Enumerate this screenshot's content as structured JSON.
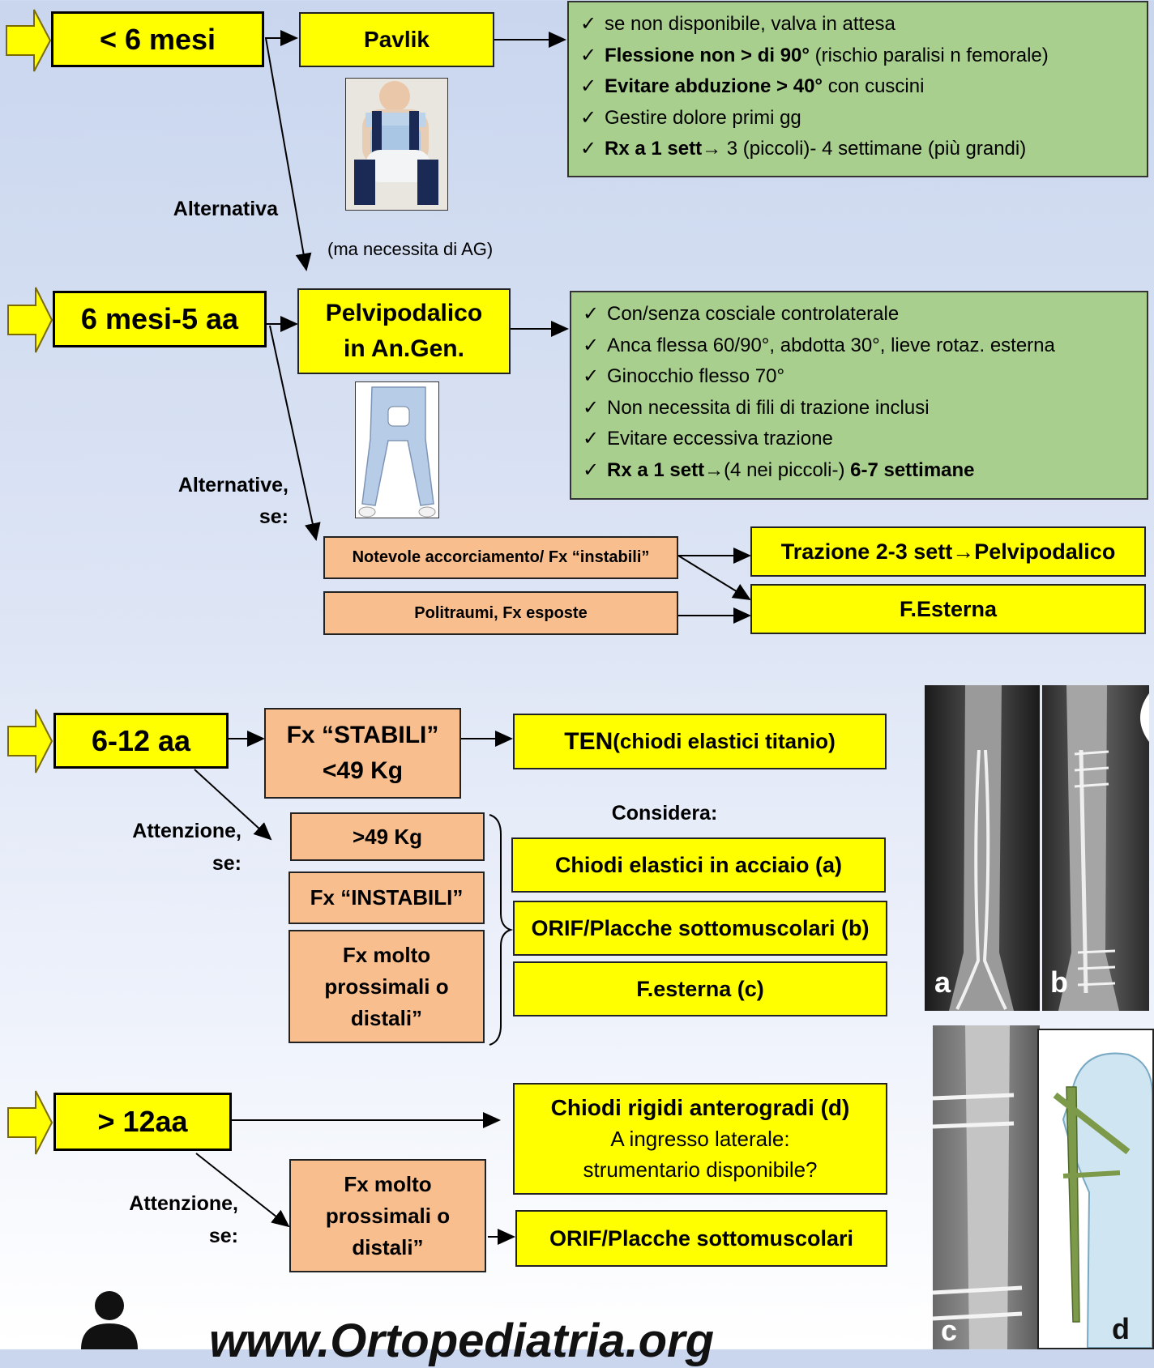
{
  "rows": {
    "r1": {
      "age": "< 6 mesi",
      "treatment": "Pavlik",
      "alt_label": "Alternativa",
      "alt_note": "(ma necessita di AG)",
      "notes": [
        {
          "b": "",
          "t": "se non disponibile, valva in attesa"
        },
        {
          "b": "Flessione non > di 90°",
          "t": " (rischio paralisi n femorale)"
        },
        {
          "b": "Evitare abduzione > 40°",
          "t": " con cuscini"
        },
        {
          "b": "",
          "t": "Gestire dolore primi gg"
        },
        {
          "b": "Rx a 1 sett",
          "t": "→ 3 (piccoli)- 4 settimane (più grandi)"
        }
      ]
    },
    "r2": {
      "age": "6 mesi-5 aa",
      "treatment_l1": "Pelvipodalico",
      "treatment_l2": "in An.Gen.",
      "alt_label_l1": "Alternative,",
      "alt_label_l2": "se:",
      "notes": [
        {
          "b": "",
          "t": "Con/senza cosciale controlaterale"
        },
        {
          "b": "",
          "t": "Anca flessa 60/90°, abdotta 30°, lieve rotaz. esterna"
        },
        {
          "b": "",
          "t": "Ginocchio flesso 70°"
        },
        {
          "b": "",
          "t": "Non necessita di fili di trazione inclusi"
        },
        {
          "b": "",
          "t": "Evitare eccessiva trazione"
        },
        {
          "b": "Rx a 1 sett",
          "t": "→(4 nei piccoli-) ",
          "b2": "6-7 settimane"
        }
      ],
      "cond1": "Notevole accorciamento/ Fx “instabili”",
      "cond2": "Politraumi, Fx esposte",
      "res1": "Trazione 2-3 sett→Pelvipodalico",
      "res2": "F.Esterna"
    },
    "r3": {
      "age": "6-12 aa",
      "stable_l1": "Fx “STABILI”",
      "stable_l2": "<49 Kg",
      "ten": "TEN",
      "ten_note": " (chiodi elastici titanio)",
      "att_l1": "Attenzione,",
      "att_l2": "se:",
      "c1": ">49 Kg",
      "c2": "Fx “INSTABILI”",
      "c3_l1": "Fx molto",
      "c3_l2": "prossimali o",
      "c3_l3": "distali”",
      "consider": "Considera:",
      "o1": "Chiodi elastici in acciaio (a)",
      "o2": "ORIF/Placche sottomuscolari (b)",
      "o3": "F.esterna (c)"
    },
    "r4": {
      "age": "> 12aa",
      "rigid_l1": "Chiodi rigidi anterogradi (d)",
      "rigid_l2": "A ingresso laterale:",
      "rigid_l3": "strumentario disponibile?",
      "att_l1": "Attenzione,",
      "att_l2": "se:",
      "c1_l1": "Fx molto",
      "c1_l2": "prossimali o",
      "c1_l3": "distali”",
      "orif": "ORIF/Placche sottomuscolari"
    }
  },
  "images": {
    "a": "a",
    "b": "b",
    "c": "c",
    "d": "d"
  },
  "website": "www.Ortopediatria.org",
  "colors": {
    "yellow": "#ffff00",
    "orange": "#f8be8e",
    "green": "#a9cf8e",
    "arrow_yellow": "#ffff00"
  }
}
